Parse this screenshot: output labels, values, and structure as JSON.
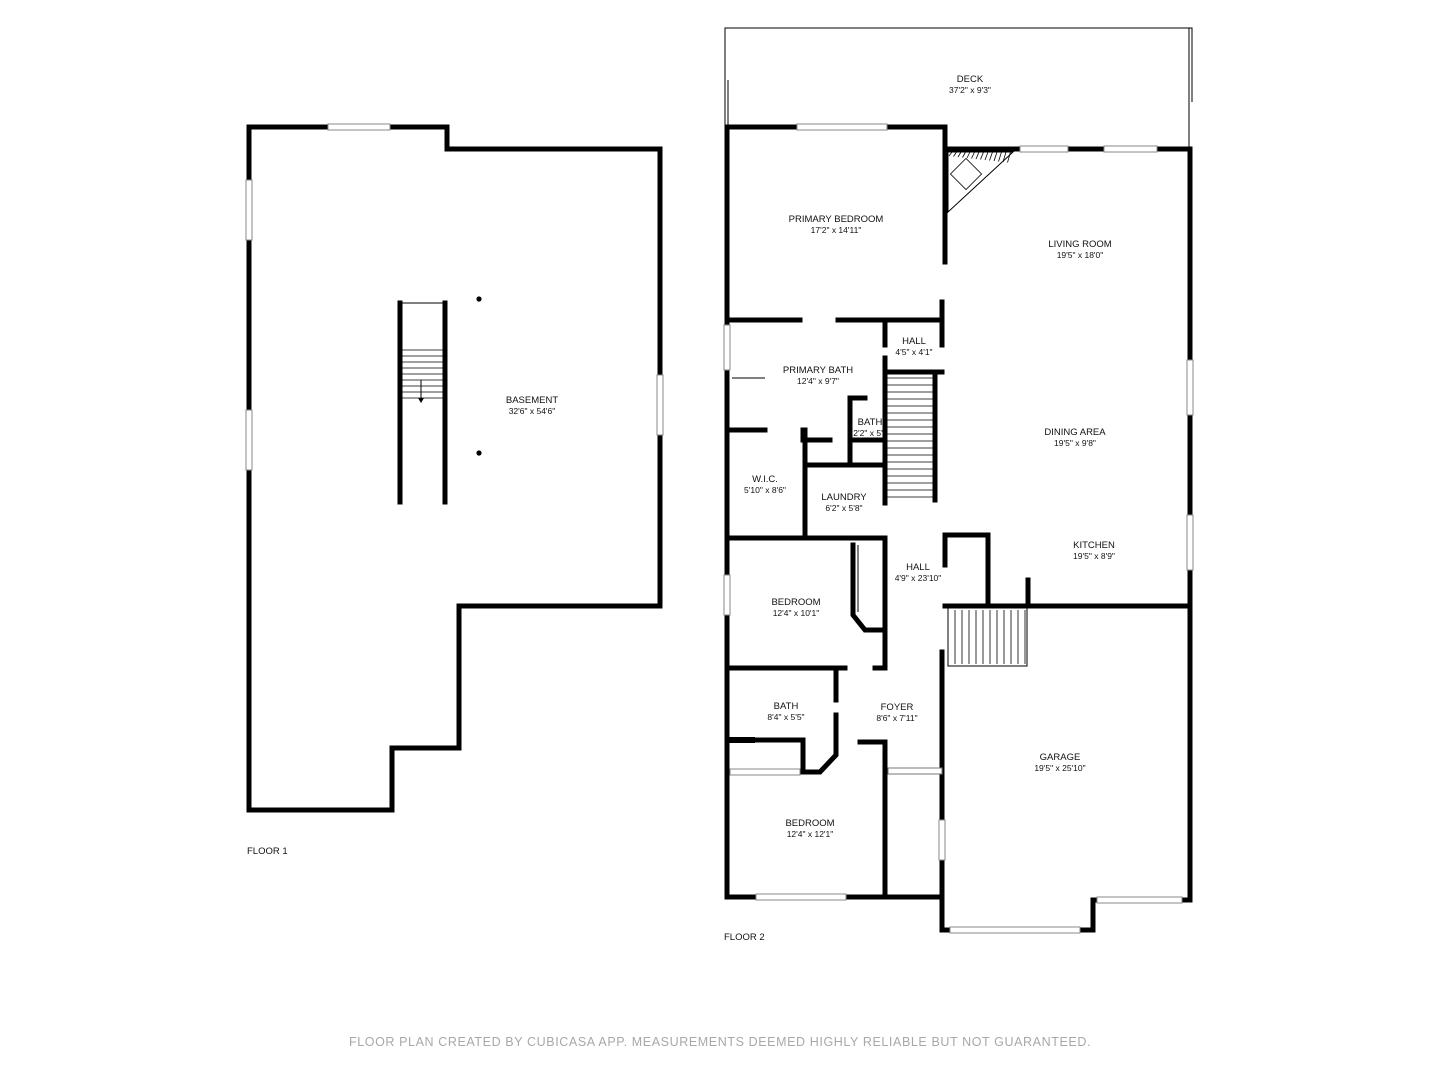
{
  "floors": [
    {
      "label": "FLOOR 1",
      "rooms": [
        {
          "id": "basement",
          "name": "BASEMENT",
          "dims": "32'6\" x 54'6\""
        }
      ]
    },
    {
      "label": "FLOOR 2",
      "rooms": [
        {
          "id": "deck",
          "name": "DECK",
          "dims": "37'2\" x 9'3\""
        },
        {
          "id": "primary-bedroom",
          "name": "PRIMARY BEDROOM",
          "dims": "17'2\" x 14'11\""
        },
        {
          "id": "living-room",
          "name": "LIVING ROOM",
          "dims": "19'5\" x 18'0\""
        },
        {
          "id": "hall-small",
          "name": "HALL",
          "dims": "4'5\" x 4'1\""
        },
        {
          "id": "primary-bath",
          "name": "PRIMARY BATH",
          "dims": "12'4\" x 9'7\""
        },
        {
          "id": "bath-small",
          "name": "BATH",
          "dims": "2'2\" x 5'"
        },
        {
          "id": "dining-area",
          "name": "DINING AREA",
          "dims": "19'5\" x 9'8\""
        },
        {
          "id": "wic",
          "name": "W.I.C.",
          "dims": "5'10\" x 8'6\""
        },
        {
          "id": "laundry",
          "name": "LAUNDRY",
          "dims": "6'2\" x 5'8\""
        },
        {
          "id": "kitchen",
          "name": "KITCHEN",
          "dims": "19'5\" x 8'9\""
        },
        {
          "id": "hall-long",
          "name": "HALL",
          "dims": "4'9\" x 23'10\""
        },
        {
          "id": "bedroom-1",
          "name": "BEDROOM",
          "dims": "12'4\" x 10'1\""
        },
        {
          "id": "bath-2",
          "name": "BATH",
          "dims": "8'4\" x 5'5\""
        },
        {
          "id": "foyer",
          "name": "FOYER",
          "dims": "8'6\" x 7'11\""
        },
        {
          "id": "garage",
          "name": "GARAGE",
          "dims": "19'5\" x 25'10\""
        },
        {
          "id": "bedroom-2",
          "name": "BEDROOM",
          "dims": "12'4\" x 12'1\""
        }
      ]
    }
  ],
  "disclaimer": "FLOOR PLAN CREATED BY CUBICASA APP. MEASUREMENTS DEEMED HIGHLY RELIABLE BUT NOT GUARANTEED."
}
